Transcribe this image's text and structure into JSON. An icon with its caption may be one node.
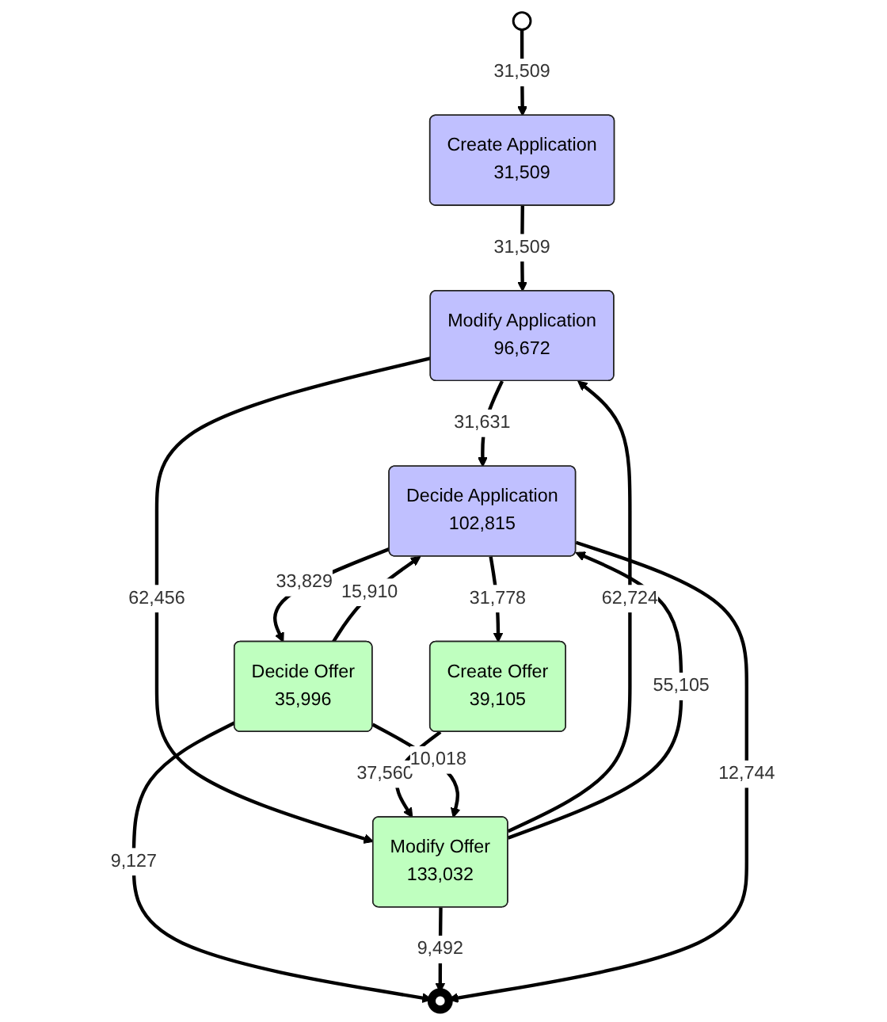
{
  "diagram": {
    "nodes": [
      {
        "text": [],
        "shape": "circle"
      },
      {
        "text": [
          "Create Application",
          "31,509"
        ]
      },
      {
        "text": [
          "Modify Application",
          "96,672"
        ]
      },
      {
        "text": [
          "Decide Application",
          "102,815"
        ]
      },
      {
        "text": [
          "Create Offer",
          "39,105"
        ]
      },
      {
        "text": [
          "Modify Offer",
          "133,032"
        ]
      },
      {
        "text": [
          "Decide Offer",
          "35,996"
        ]
      },
      {
        "text": [],
        "shape": "circle"
      }
    ],
    "edges": [
      {
        "from": 0,
        "to": 1,
        "arrow": "to",
        "label": "31,509"
      },
      {
        "from": 1,
        "to": 2,
        "arrow": "to",
        "label": "31,509"
      },
      {
        "from": 2,
        "to": 3,
        "arrow": "to",
        "label": "31,631"
      },
      {
        "from": 5,
        "to": 2,
        "arrow": "to",
        "label": "62,724"
      },
      {
        "from": 2,
        "to": 5,
        "arrow": "to",
        "label": "62,456"
      },
      {
        "from": 5,
        "to": 3,
        "arrow": "to",
        "label": "55,105"
      },
      {
        "from": 3,
        "to": 4,
        "arrow": "to",
        "label": "31,778"
      },
      {
        "from": 4,
        "to": 5,
        "arrow": "to",
        "label": "37,560"
      },
      {
        "from": 6,
        "to": 3,
        "arrow": "to",
        "label": "15,910"
      },
      {
        "from": 3,
        "to": 6,
        "arrow": "to",
        "label": "33,829"
      },
      {
        "from": 6,
        "to": 5,
        "arrow": "to",
        "label": "10,018"
      },
      {
        "from": 6,
        "to": 7,
        "arrow": "to",
        "label": "9,127"
      },
      {
        "from": 5,
        "to": 7,
        "arrow": "to",
        "label": "9,492"
      },
      {
        "from": 3,
        "to": 7,
        "arrow": "to",
        "label": "12,744"
      }
    ]
  }
}
